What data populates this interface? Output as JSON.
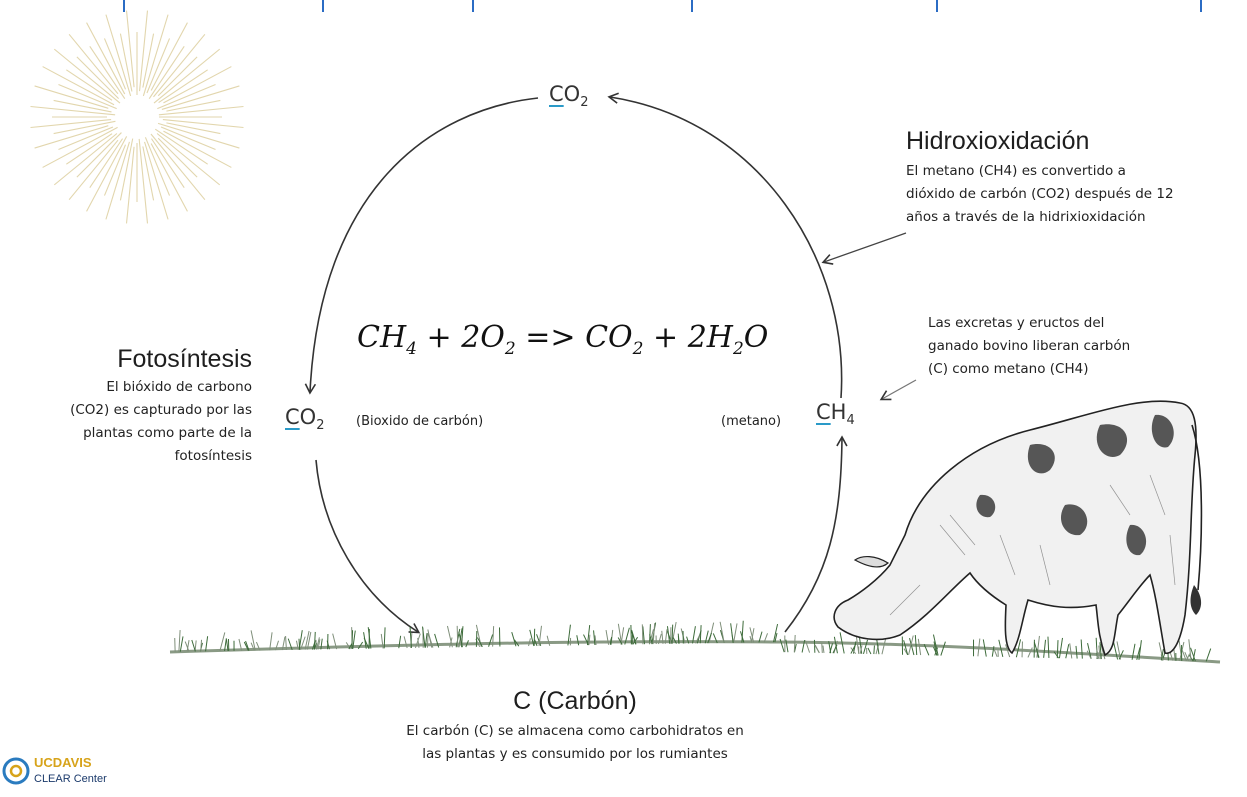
{
  "photosynthesis": {
    "title": "Fotosíntesis",
    "lines": [
      "El bióxido de carbono",
      "(CO2) es capturado por las",
      "plantas como parte de la",
      "fotosíntesis"
    ]
  },
  "hydroxyoxidation": {
    "title": "Hidroxioxidación",
    "lines": [
      "El metano (CH4) es convertido a",
      "dióxido de carbón (CO2) después de 12",
      "años a través de la hidrixioxidación"
    ]
  },
  "cattle_note": {
    "lines": [
      "Las excretas y eructos del",
      "ganado bovino liberan carbón",
      "(C) como metano (CH4)"
    ]
  },
  "carbon": {
    "title": "C (Carbón)",
    "lines": [
      "El carbón (C) se almacena como carbohidratos en",
      "las plantas y es consumido por los rumiantes"
    ]
  },
  "molecules": {
    "co2_top": {
      "symbol": "C",
      "rest": "O",
      "sub": "2"
    },
    "co2_left": {
      "symbol": "C",
      "rest": "O",
      "sub": "2"
    },
    "ch4": {
      "symbol": "C",
      "rest": "H",
      "sub": "4"
    }
  },
  "labels": {
    "co2_name": "(Bioxido de carbón)",
    "ch4_name": "(metano)"
  },
  "equation": {
    "a": "CH",
    "a_sub": "4",
    "plus1": "+",
    "b": "2O",
    "b_sub": "2",
    "arrow": "=>",
    "c": "CO",
    "c_sub": "2",
    "plus2": "+",
    "d": "2H",
    "d_sub": "2",
    "d_end": "O"
  },
  "logo": {
    "uc": "UC",
    "davis": "DAVIS",
    "center": "CLEAR Center",
    "colors": {
      "gold": "#d7a31a",
      "blue": "#1b3a6b"
    }
  },
  "colors": {
    "accent_underline": "#2a9ac8",
    "top_ticks": "#2b6cc4",
    "grass": "#3d6b3a"
  }
}
